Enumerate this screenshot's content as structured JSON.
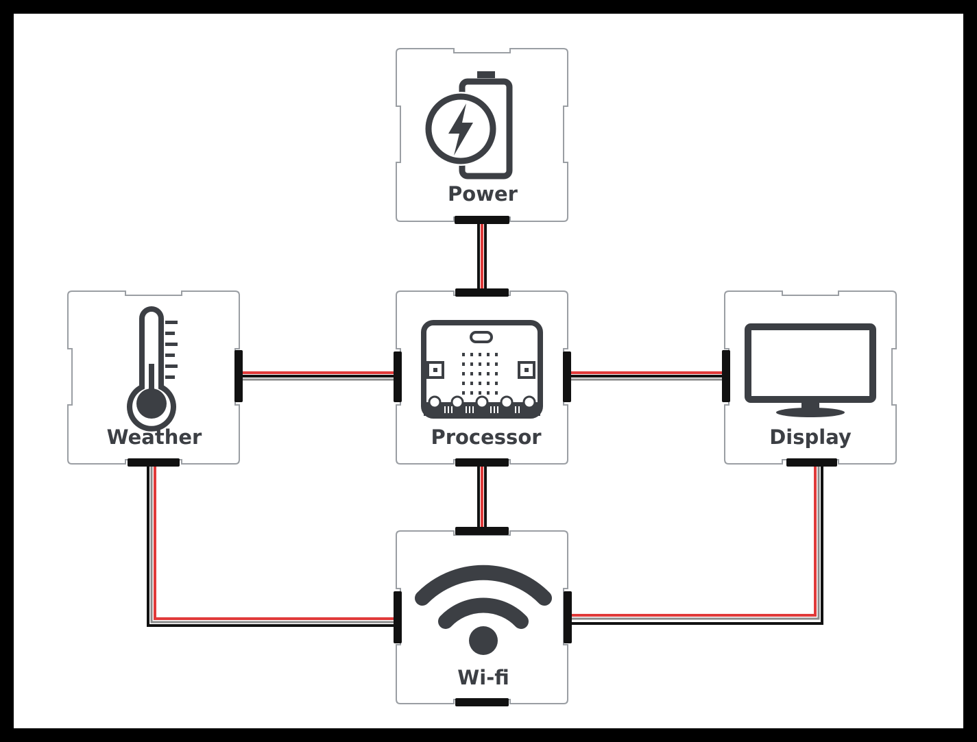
{
  "diagram": {
    "modules": [
      {
        "id": "power",
        "label": "Power",
        "icon": "battery-charging-icon"
      },
      {
        "id": "weather",
        "label": "Weather",
        "icon": "thermometer-icon"
      },
      {
        "id": "processor",
        "label": "Processor",
        "icon": "microbit-board-icon"
      },
      {
        "id": "display",
        "label": "Display",
        "icon": "monitor-icon"
      },
      {
        "id": "wifi",
        "label": "Wi-fi",
        "icon": "wifi-icon"
      }
    ],
    "connections": [
      {
        "from": "power",
        "to": "processor"
      },
      {
        "from": "weather",
        "to": "processor"
      },
      {
        "from": "processor",
        "to": "display"
      },
      {
        "from": "processor",
        "to": "wifi"
      },
      {
        "from": "weather",
        "to": "wifi"
      },
      {
        "from": "display",
        "to": "wifi"
      }
    ],
    "colors": {
      "frame": "#000000",
      "tile_border": "#9a9ea3",
      "icon": "#3c3f44",
      "wire_black": "#111111",
      "wire_red": "#e03a3a",
      "wire_grey": "#8a8a8a",
      "connector": "#111111"
    }
  }
}
